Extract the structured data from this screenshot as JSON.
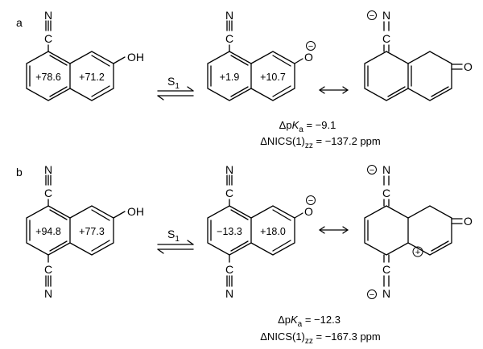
{
  "panel_a": {
    "label": "a",
    "reactant": {
      "ring1_nics": "+78.6",
      "ring2_nics": "+71.2",
      "nitrile_N": "N",
      "nitrile_C": "C",
      "oh": "OH"
    },
    "arrow_label": "S",
    "arrow_label_sub": "1",
    "product": {
      "ring1_nics": "+1.9",
      "ring2_nics": "+10.7",
      "nitrile_N": "N",
      "nitrile_C": "C",
      "oxygen": "O",
      "charge": "−"
    },
    "resonance": {
      "oxygen": "O",
      "ketenimine_N": "N",
      "ketenimine_C": "C",
      "charge": "−"
    },
    "dpka_prefix": "Δp",
    "dpka_K": "K",
    "dpka_sub": "a",
    "dpka_value": " = −9.1",
    "dnics_prefix": "ΔNICS(1)",
    "dnics_sub": "zz",
    "dnics_value": " = −137.2 ppm"
  },
  "panel_b": {
    "label": "b",
    "reactant": {
      "ring1_nics": "+94.8",
      "ring2_nics": "+77.3",
      "nitrile_N": "N",
      "nitrile_C": "C",
      "oh": "OH"
    },
    "arrow_label": "S",
    "arrow_label_sub": "1",
    "product": {
      "ring1_nics": "−13.3",
      "ring2_nics": "+18.0",
      "nitrile_N": "N",
      "nitrile_C": "C",
      "oxygen": "O",
      "charge": "−"
    },
    "resonance": {
      "oxygen": "O",
      "ketenimine_N": "N",
      "ketenimine_C": "C",
      "charge": "−",
      "plus": "+"
    },
    "dpka_prefix": "Δp",
    "dpka_K": "K",
    "dpka_sub": "a",
    "dpka_value": " = −12.3",
    "dnics_prefix": "ΔNICS(1)",
    "dnics_sub": "zz",
    "dnics_value": " = −167.3 ppm"
  }
}
